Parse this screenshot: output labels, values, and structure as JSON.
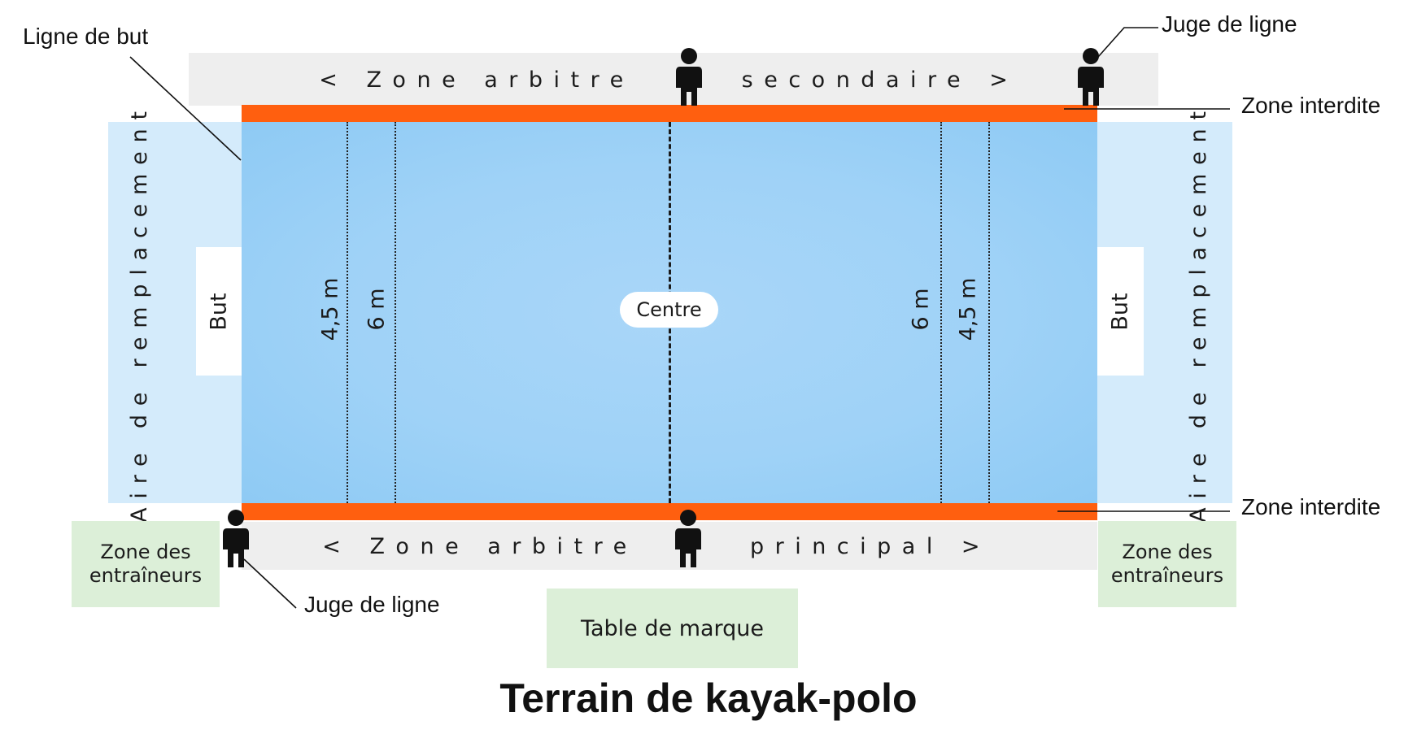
{
  "title": "Terrain de kayak-polo",
  "field": {
    "center_label": "Centre",
    "distance_labels": [
      "4,5 m",
      "6 m",
      "6 m",
      "4,5 m"
    ],
    "goal_label": "But",
    "substitution_label": "Aire de remplacement",
    "forbidden_zone_label": "Zone interdite"
  },
  "zones": {
    "secondary_referee": [
      "< Zone arbitre",
      "secondaire >"
    ],
    "main_referee": [
      "< Zone arbitre",
      "principal >"
    ],
    "coaches": "Zone des entraîneurs",
    "score_table": "Table de marque"
  },
  "callouts": {
    "goal_line": "Ligne de but",
    "line_judge": "Juge de ligne"
  },
  "icons": [
    "person-icon"
  ],
  "colors": {
    "water": "#9fd2f7",
    "forbidden_zone": "#ff5f0f",
    "substitution_area": "#d4ebfb",
    "referee_zone": "#eeeeee",
    "coach_zone": "#dcefd8"
  }
}
